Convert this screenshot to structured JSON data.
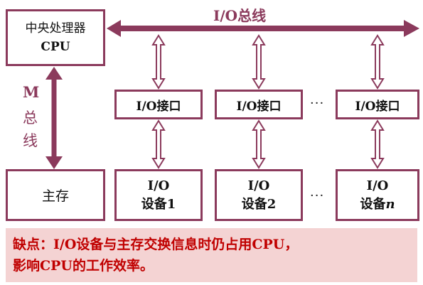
{
  "bus_label": "I/O总线",
  "cpu": {
    "line1": "中央处理器",
    "line2": "CPU"
  },
  "memory_bus": {
    "chars": [
      "M",
      "总",
      "线"
    ]
  },
  "memory": {
    "label": "主存"
  },
  "interfaces": [
    {
      "label": "I/O接口"
    },
    {
      "label": "I/O接口"
    },
    {
      "label": "I/O接口"
    }
  ],
  "devices": [
    {
      "line1": "I/O",
      "line2": "设备",
      "suffix": "1",
      "italic": false
    },
    {
      "line1": "I/O",
      "line2": "设备",
      "suffix": "2",
      "italic": false
    },
    {
      "line1": "I/O",
      "line2": "设备",
      "suffix": "n",
      "italic": true
    }
  ],
  "ellipsis": "···",
  "note": {
    "line1": "缺点：I/O设备与主存交换信息时仍占用CPU，",
    "line2": "影响CPU的工作效率。"
  },
  "colors": {
    "accent": "#8b3a5c",
    "note_bg": "#f4d3d3",
    "note_text": "#c00000"
  }
}
